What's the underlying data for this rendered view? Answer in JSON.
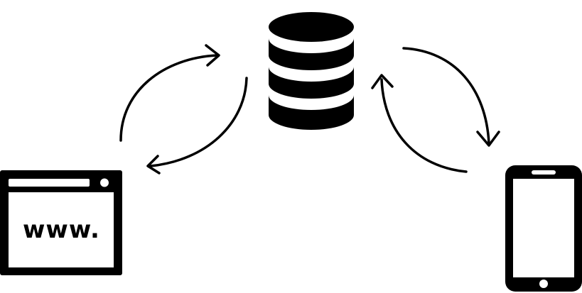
{
  "colors": {
    "ink": "#000000",
    "background": "#ffffff"
  },
  "icons": {
    "database": "database-icon",
    "browser": "browser-window-icon",
    "phone": "smartphone-icon"
  },
  "browser": {
    "address_text": "www."
  },
  "connections": [
    {
      "name": "browser-to-database-arrow",
      "direction": "to-database"
    },
    {
      "name": "database-to-browser-arrow",
      "direction": "to-browser"
    },
    {
      "name": "database-to-phone-arrow",
      "direction": "to-phone"
    },
    {
      "name": "phone-to-database-arrow",
      "direction": "to-database"
    }
  ]
}
